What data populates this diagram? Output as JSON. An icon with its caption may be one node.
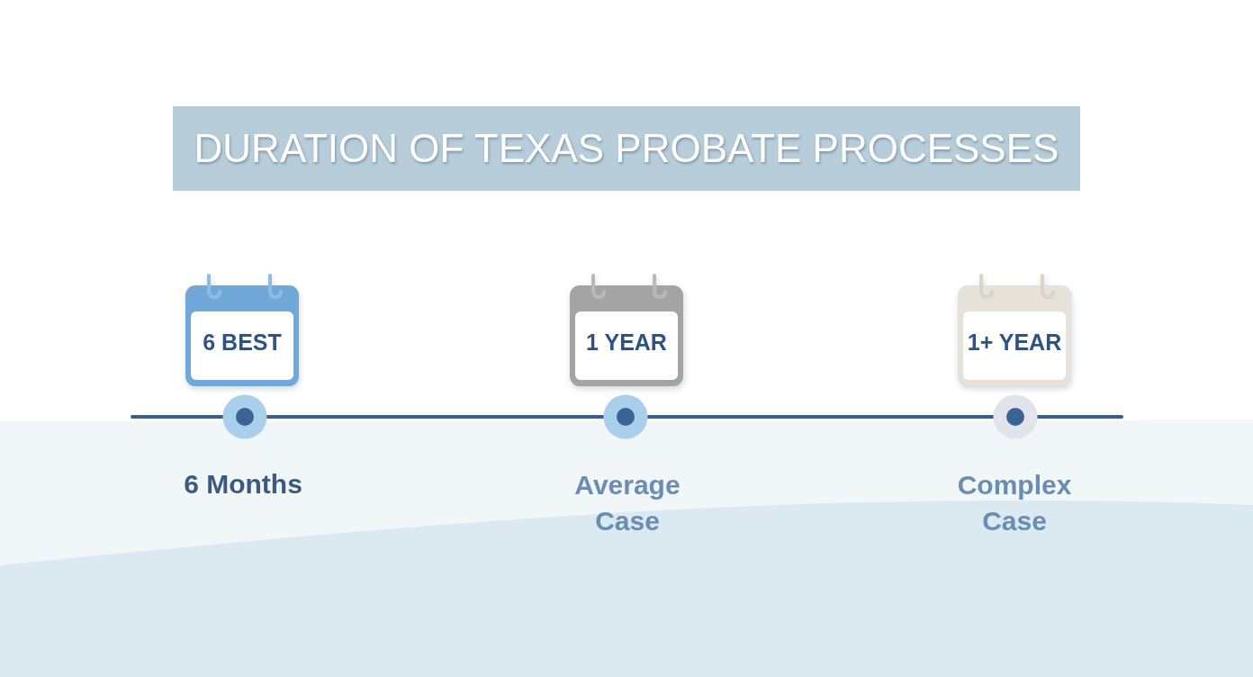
{
  "diagram": {
    "title": "DURATION OF TEXAS PROBATE PROCESSES",
    "nodes": [
      {
        "text": [
          "6 BEST"
        ]
      },
      {
        "text": [
          "1 YEAR"
        ]
      },
      {
        "text": [
          "1+ YEAR"
        ]
      },
      {
        "text": [],
        "shape": "circle",
        "beside": [
          "6 Months"
        ]
      },
      {
        "text": [],
        "shape": "circle",
        "beside": [
          "Average Case"
        ]
      },
      {
        "text": [],
        "shape": "circle",
        "beside": [
          "Complex Case"
        ]
      }
    ],
    "edges": [
      {
        "from": null,
        "to": 3,
        "arrow": "none"
      },
      {
        "from": 3,
        "to": 4,
        "arrow": "none"
      },
      {
        "from": 4,
        "to": 5,
        "arrow": "none"
      },
      {
        "from": 5,
        "to": null,
        "arrow": "none"
      }
    ]
  }
}
